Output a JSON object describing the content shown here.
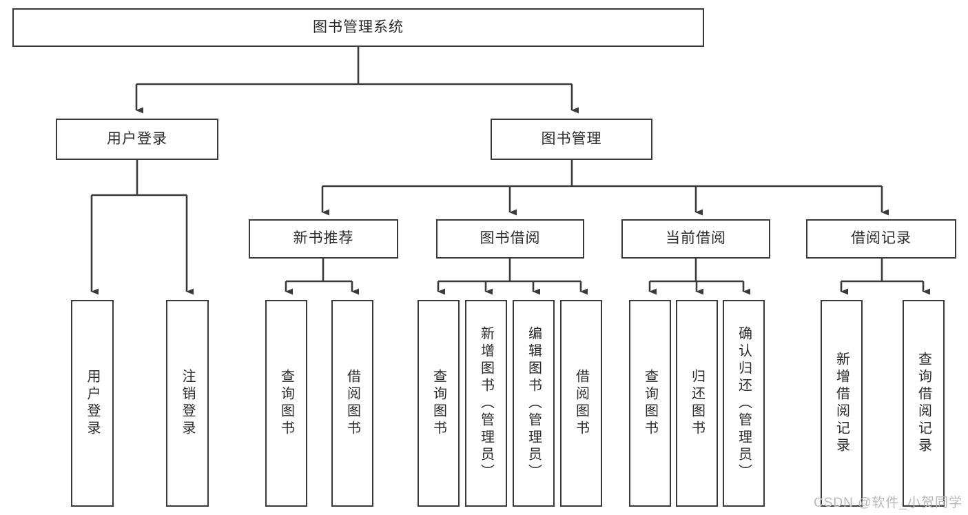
{
  "diagram": {
    "title": "图书管理系统",
    "type": "tree-hierarchy",
    "root": {
      "id": "root",
      "label": "图书管理系统"
    },
    "level2": [
      {
        "id": "user-login",
        "label": "用户登录"
      },
      {
        "id": "book-management",
        "label": "图书管理"
      }
    ],
    "level3": [
      {
        "id": "new-book-recommend",
        "label": "新书推荐"
      },
      {
        "id": "book-borrow",
        "label": "图书借阅"
      },
      {
        "id": "current-borrow",
        "label": "当前借阅"
      },
      {
        "id": "borrow-record",
        "label": "借阅记录"
      }
    ],
    "leaves": [
      {
        "id": "leaf-user-login",
        "label": "用户登录",
        "parent": "user-login"
      },
      {
        "id": "leaf-user-logout",
        "label": "注销登录",
        "parent": "user-login"
      },
      {
        "id": "leaf-query-book-1",
        "label": "查询图书",
        "parent": "new-book-recommend"
      },
      {
        "id": "leaf-borrow-book-1",
        "label": "借阅图书",
        "parent": "new-book-recommend"
      },
      {
        "id": "leaf-query-book-2",
        "label": "查询图书",
        "parent": "book-borrow"
      },
      {
        "id": "leaf-add-book",
        "label": "新增图书（管理员）",
        "parent": "book-borrow"
      },
      {
        "id": "leaf-edit-book",
        "label": "编辑图书（管理员）",
        "parent": "book-borrow"
      },
      {
        "id": "leaf-borrow-book-2",
        "label": "借阅图书",
        "parent": "book-borrow"
      },
      {
        "id": "leaf-query-book-3",
        "label": "查询图书",
        "parent": "current-borrow"
      },
      {
        "id": "leaf-return-book",
        "label": "归还图书",
        "parent": "current-borrow"
      },
      {
        "id": "leaf-confirm-return",
        "label": "确认归还（管理员）",
        "parent": "current-borrow"
      },
      {
        "id": "leaf-add-record",
        "label": "新增借阅记录",
        "parent": "borrow-record"
      },
      {
        "id": "leaf-query-record",
        "label": "查询借阅记录",
        "parent": "borrow-record"
      }
    ]
  },
  "watermark": {
    "text": "CSDN @软件_小贺同学"
  },
  "colors": {
    "stroke": "#3a3a3a",
    "background": "#ffffff",
    "text": "#2b2b2b",
    "watermark": "#b9b9b9"
  }
}
